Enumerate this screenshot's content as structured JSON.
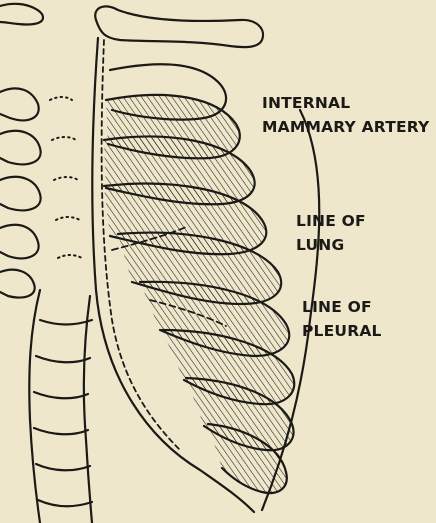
{
  "figure": {
    "labels": {
      "internal_mammary_artery": {
        "line1": "INTERNAL",
        "line2": "MAMMARY ARTERY"
      },
      "line_of_lung": {
        "line1": "LINE OF",
        "line2": "LUNG"
      },
      "line_of_pleural": {
        "line1": "LINE OF",
        "line2": "PLEURAL"
      }
    },
    "colors": {
      "paper": "#efe7cc",
      "ink": "#1c1a16"
    }
  }
}
